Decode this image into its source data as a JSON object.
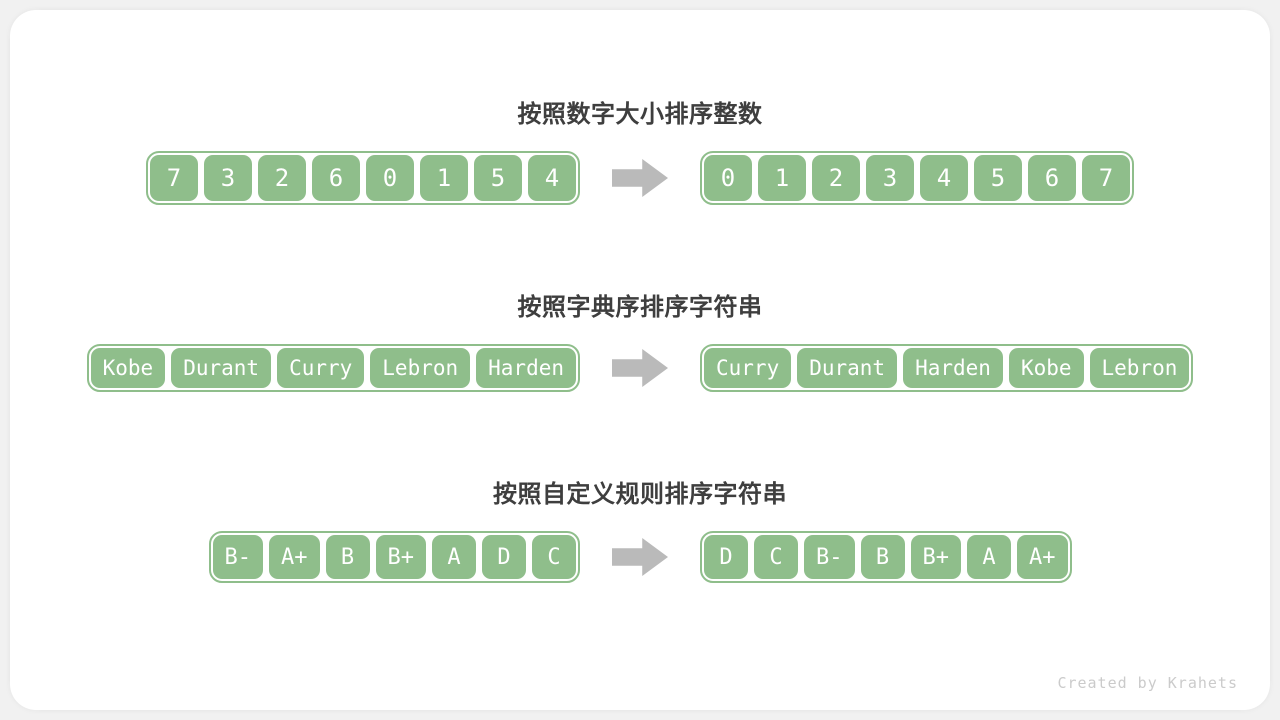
{
  "colors": {
    "page_bg": "#f1f1f1",
    "card_bg": "#ffffff",
    "cell_green": "#8fbe8b",
    "cell_text": "#ffffff",
    "arrow_gray": "#bababa",
    "title_text": "#3e3e3e",
    "watermark_text": "#cbcbcb"
  },
  "icons": {
    "arrow_right": "solid block arrow pointing right (gray)"
  },
  "sections": [
    {
      "title": "按照数字大小排序整数",
      "before": [
        "7",
        "3",
        "2",
        "6",
        "0",
        "1",
        "5",
        "4"
      ],
      "after": [
        "0",
        "1",
        "2",
        "3",
        "4",
        "5",
        "6",
        "7"
      ]
    },
    {
      "title": "按照字典序排序字符串",
      "before": [
        "Kobe",
        "Durant",
        "Curry",
        "Lebron",
        "Harden"
      ],
      "after": [
        "Curry",
        "Durant",
        "Harden",
        "Kobe",
        "Lebron"
      ]
    },
    {
      "title": "按照自定义规则排序字符串",
      "before": [
        "B-",
        "A+",
        "B",
        "B+",
        "A",
        "D",
        "C"
      ],
      "after": [
        "D",
        "C",
        "B-",
        "B",
        "B+",
        "A",
        "A+"
      ]
    }
  ],
  "footer": {
    "watermark": "Created by Krahets"
  }
}
